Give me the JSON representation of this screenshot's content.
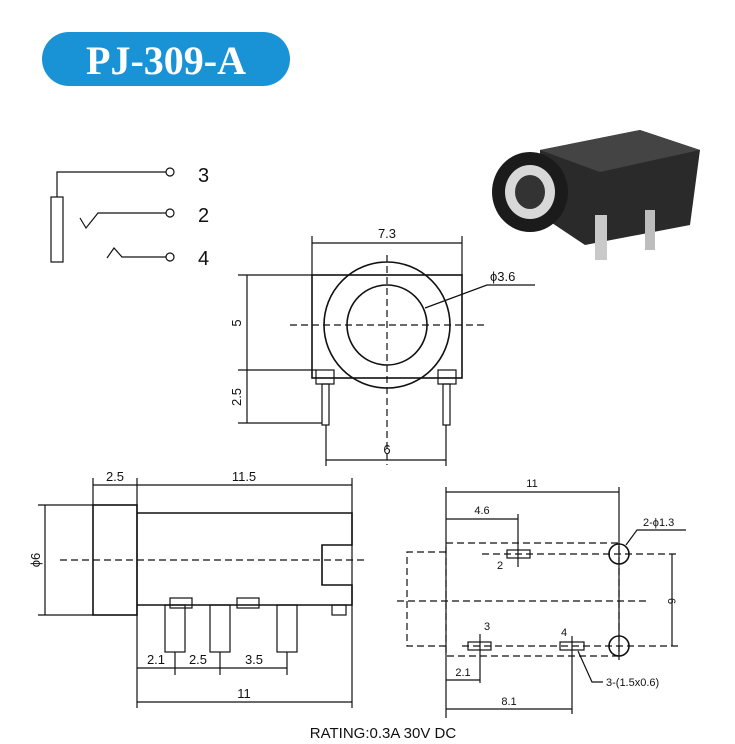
{
  "title": "PJ-309-A",
  "colors": {
    "badge": "#1a93d6",
    "line": "#111111"
  },
  "schematic": {
    "pins": [
      "3",
      "2",
      "4"
    ]
  },
  "front_view": {
    "width": "7.3",
    "diameter": "ϕ3.6",
    "height": "5",
    "pin_length": "2.5",
    "pin_spacing": "6"
  },
  "side_view": {
    "head_length": "2.5",
    "body_length": "11.5",
    "diameter": "ϕ6",
    "pin_offsets": [
      "2.1",
      "2.5",
      "3.5"
    ],
    "overall": "11"
  },
  "footprint": {
    "overall": "11",
    "pin2_offset": "4.6",
    "holes": "2-ϕ1.3",
    "hole_spacing": "6",
    "pin_labels": [
      "2",
      "3",
      "4"
    ],
    "pin3_offset": "2.1",
    "pin4_offset": "8.1",
    "pads": "3-(1.5x0.6)"
  },
  "rating": "RATING:0.3A 30V DC"
}
